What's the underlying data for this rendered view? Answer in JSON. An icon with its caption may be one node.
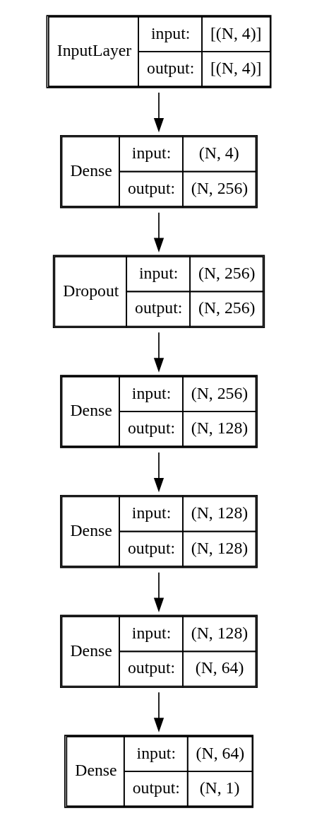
{
  "diagram": {
    "nodes": [
      {
        "text": [
          "InputLayer",
          "input:",
          "[(N, 4)]",
          "output:",
          "[(N, 4)]"
        ]
      },
      {
        "text": [
          "Dense",
          "input:",
          "(N, 4)",
          "output:",
          "(N, 256)"
        ]
      },
      {
        "text": [
          "Dropout",
          "input:",
          "(N, 256)",
          "output:",
          "(N, 256)"
        ]
      },
      {
        "text": [
          "Dense",
          "input:",
          "(N, 256)",
          "output:",
          "(N, 128)"
        ]
      },
      {
        "text": [
          "Dense",
          "input:",
          "(N, 128)",
          "output:",
          "(N, 128)"
        ]
      },
      {
        "text": [
          "Dense",
          "input:",
          "(N, 128)",
          "output:",
          "(N, 64)"
        ]
      },
      {
        "text": [
          "Dense",
          "input:",
          "(N, 64)",
          "output:",
          "(N, 1)"
        ]
      }
    ],
    "edges": [
      {
        "from": 0,
        "to": 1,
        "arrow": "to"
      },
      {
        "from": 1,
        "to": 2,
        "arrow": "to"
      },
      {
        "from": 2,
        "to": 3,
        "arrow": "to"
      },
      {
        "from": 3,
        "to": 4,
        "arrow": "to"
      },
      {
        "from": 4,
        "to": 5,
        "arrow": "to"
      },
      {
        "from": 5,
        "to": 6,
        "arrow": "to"
      }
    ]
  }
}
